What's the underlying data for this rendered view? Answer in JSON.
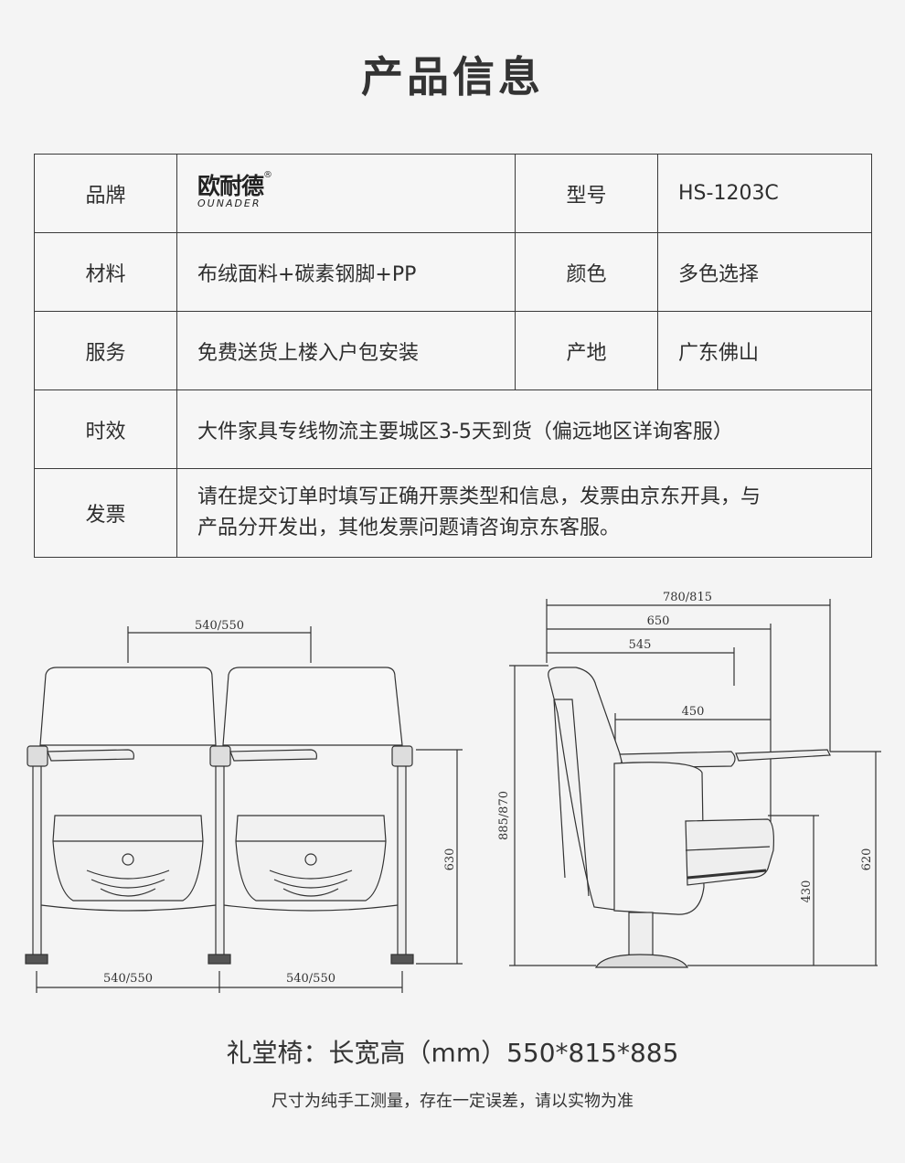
{
  "title": "产品信息",
  "specs": {
    "brand_label": "品牌",
    "brand_logo_cn": "欧耐德",
    "brand_logo_en": "OUNADER",
    "brand_logo_reg": "®",
    "model_label": "型号",
    "model_value": "HS-1203C",
    "material_label": "材料",
    "material_value": "布绒面料+碳素钢脚+PP",
    "color_label": "颜色",
    "color_value": "多色选择",
    "service_label": "服务",
    "service_value": "免费送货上楼入户包安装",
    "origin_label": "产地",
    "origin_value": "广东佛山",
    "delivery_label": "时效",
    "delivery_value": "大件家具专线物流主要城区3-5天到货（偏远地区详询客服）",
    "invoice_label": "发票",
    "invoice_line1": "请在提交订单时填写正确开票类型和信息，发票由京东开具，与",
    "invoice_line2": "产品分开发出，其他发票问题请咨询京东客服。"
  },
  "drawing": {
    "front_top_width": "540/550",
    "front_bottom_left": "540/550",
    "front_bottom_right": "540/550",
    "front_armrest_height": "630",
    "side_total_depth": "780/815",
    "side_depth_650": "650",
    "side_depth_545": "545",
    "side_seat_depth": "450",
    "side_total_height": "885/870",
    "side_seat_height": "430",
    "side_arm_height": "620"
  },
  "caption": "礼堂椅：长宽高（mm）550*815*885",
  "note": "尺寸为纯手工测量，存在一定误差，请以实物为准"
}
